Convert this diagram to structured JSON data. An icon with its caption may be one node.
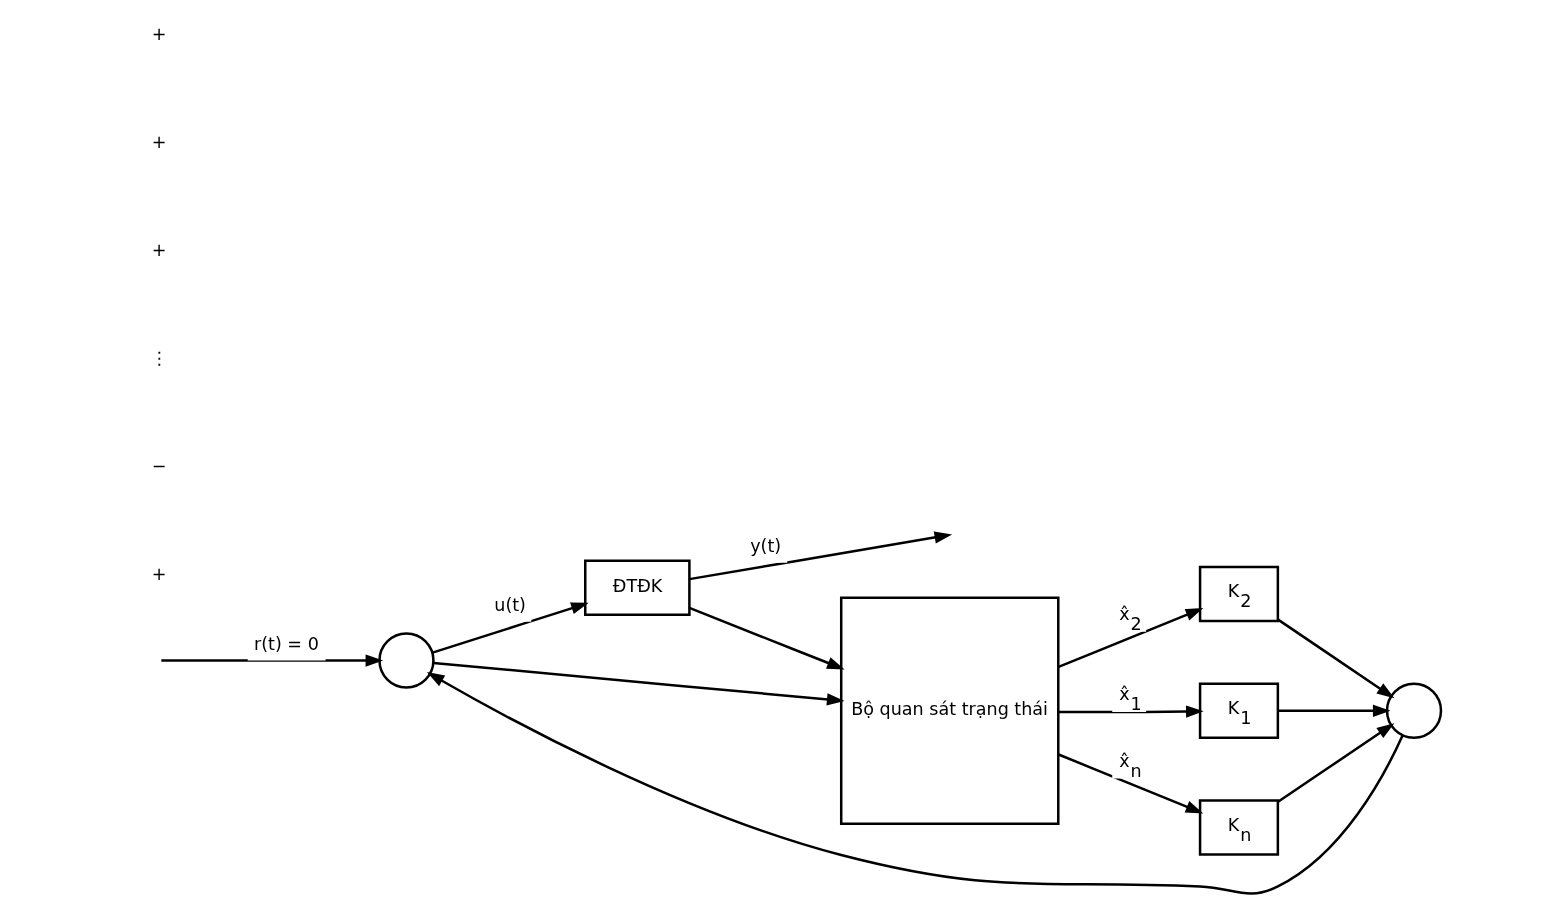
{
  "diagram": {
    "nodes": [
      {
        "text": [],
        "shape": "circle"
      },
      {
        "text": [
          "ĐTĐK"
        ]
      },
      {
        "text": [
          "Bộ quan sát trạng thái"
        ]
      },
      {
        "text": [
          "K$_{n}$"
        ]
      },
      {
        "text": [
          "K$_{2}$"
        ]
      },
      {
        "text": [
          "K$_{1}$"
        ]
      },
      {
        "text": [],
        "shape": "circle"
      }
    ],
    "edges": [
      {
        "from": null,
        "to": 0,
        "arrow": "to",
        "label": "r(t) = 0"
      },
      {
        "from": 0,
        "to": 1,
        "arrow": "to",
        "label": "u(t)"
      },
      {
        "from": 0,
        "to": 2,
        "arrow": "to"
      },
      {
        "from": 1,
        "to": null,
        "arrow": "to",
        "label": "y(t)"
      },
      {
        "from": 1,
        "to": 2,
        "arrow": "to"
      },
      {
        "from": 2,
        "to": 3,
        "arrow": "to",
        "label": "x̂$_{n}$"
      },
      {
        "from": 2,
        "to": 4,
        "arrow": "to",
        "label": "x̂$_{2}$"
      },
      {
        "from": 2,
        "to": 5,
        "arrow": "to",
        "label": "x̂$_{1}$"
      },
      {
        "from": 3,
        "to": 6,
        "arrow": "to"
      },
      {
        "from": 4,
        "to": 6,
        "arrow": "to"
      },
      {
        "from": 5,
        "to": 6,
        "arrow": "to"
      },
      {
        "from": 6,
        "to": 0,
        "arrow": "to"
      }
    ],
    "labels": [
      "+",
      "−",
      "⋮",
      "+",
      "+",
      "+"
    ]
  }
}
